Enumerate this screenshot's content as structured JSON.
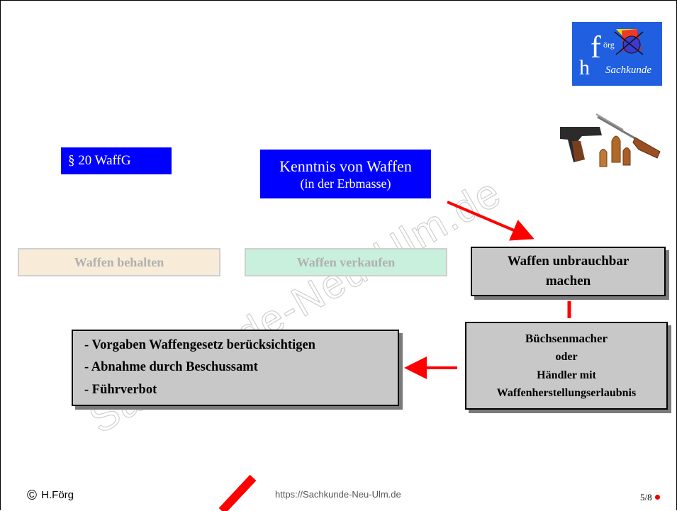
{
  "slide": {
    "paragraph_label": "§ 20 WaffG",
    "kenntnis_line1": "Kenntnis von Waffen",
    "kenntnis_line2": "(in der Erbmasse)",
    "option_keep": "Waffen behalten",
    "option_sell": "Waffen verkaufen",
    "option_disable_line1": "Waffen unbrauchbar",
    "option_disable_line2": "machen",
    "who_line1": "Büchsenmacher",
    "who_line2": "oder",
    "who_line3": "Händler mit",
    "who_line4": "Waffenherstellungserlaubnis",
    "requirements": [
      "- Vorgaben Waffengesetz berücksichtigen",
      "- Abnahme durch Beschussamt",
      "- Führverbot"
    ],
    "watermark": "Sachkunde-Neu-Ulm.de"
  },
  "logo": {
    "letter_h": "h",
    "letter_f": "f",
    "sup": "örg",
    "word": "Sachkunde"
  },
  "footer": {
    "copyright_symbol": "©",
    "author": "H.Förg",
    "url": "https://Sachkunde-Neu-Ulm.de",
    "page": "5/8"
  },
  "colors": {
    "blue_box": "#0000ff",
    "arrow_red": "#ff0000",
    "grey_box": "#c8c8c8",
    "keep_fill": "#f8ecd8",
    "sell_fill": "#c9efdd"
  }
}
